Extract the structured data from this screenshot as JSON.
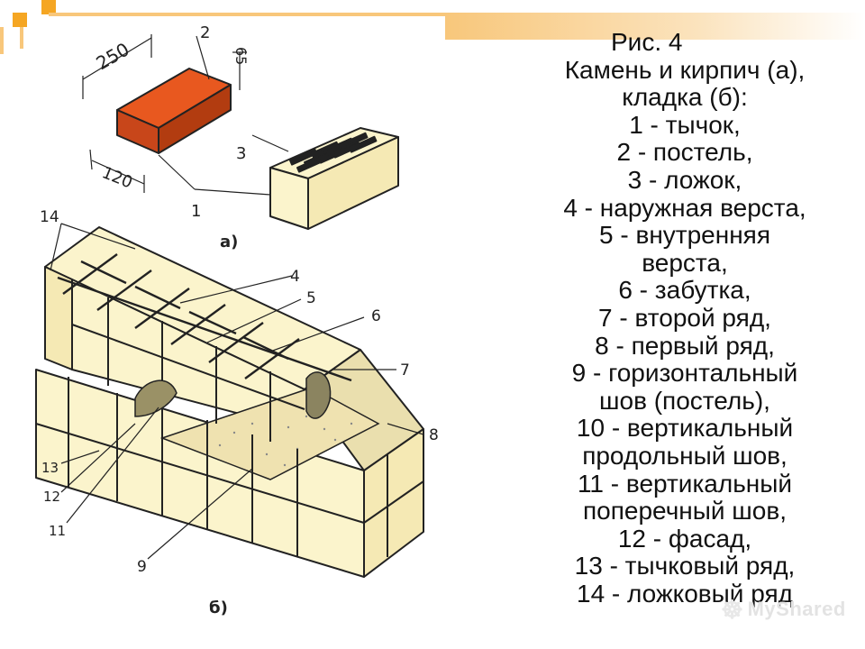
{
  "caption": {
    "title": "Рис. 4",
    "lines": [
      "Камень и кирпич (а),",
      "кладка (б):",
      "1 - тычок,",
      "2 - постель,",
      "3 - ложок,",
      "4 - наружная верста,",
      "5 - внутренняя",
      "верста,",
      "6 - забутка,",
      "7 - второй ряд,",
      "8 - первый ряд,",
      "9 - горизонтальный",
      "шов (постель),",
      "10 - вертикальный",
      "продольный шов,",
      "11 - вертикальный",
      "поперечный шов,",
      "12 - фасад,",
      "13 - тычковый ряд,",
      "14 - ложковый ряд"
    ]
  },
  "figure": {
    "dim_length": "250",
    "dim_height": "65",
    "dim_width": "120",
    "sub_a": "а)",
    "sub_b": "б)",
    "labels": {
      "n1": "1",
      "n2": "2",
      "n3": "3",
      "n4": "4",
      "n5": "5",
      "n6": "6",
      "n7": "7",
      "n8": "8",
      "n9": "9",
      "n11": "11",
      "n12": "12",
      "n13": "13",
      "n14": "14"
    }
  },
  "watermark": {
    "icon": "mysharec-logo-icon",
    "text": "MyShared"
  },
  "colors": {
    "brick": "#e8581f",
    "brick_dark": "#b23c10",
    "stone": "#fbf4cc",
    "stone_shade": "#e9d9a0",
    "ink": "#222222",
    "accent": "#f5a623"
  }
}
